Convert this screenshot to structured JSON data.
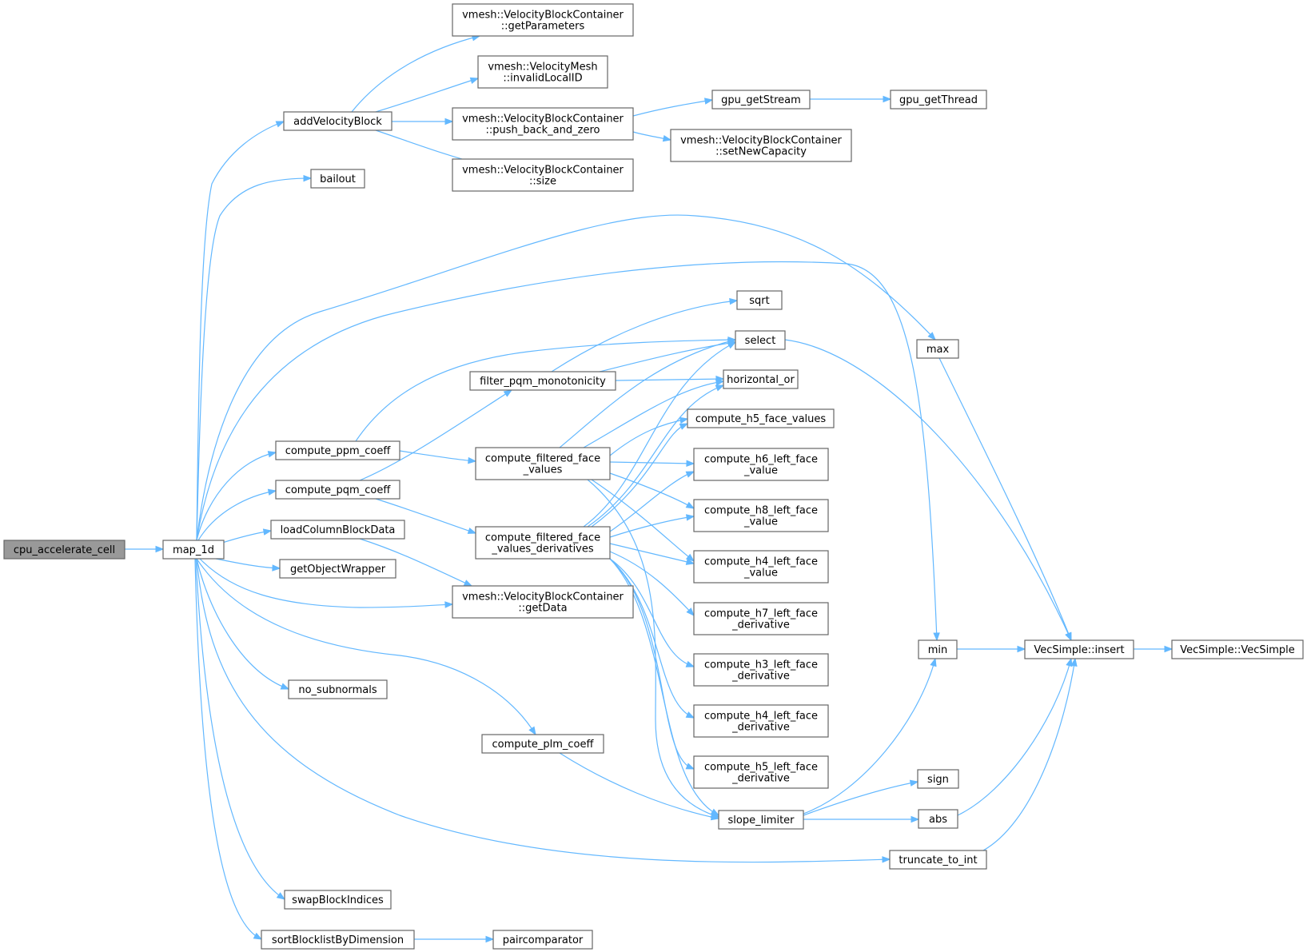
{
  "graph": {
    "accent_color": "#63b8ff",
    "root_fill": "#999999",
    "nodes": {
      "cpu_accelerate_cell": [
        "cpu_accelerate_cell"
      ],
      "map_1d": [
        "map_1d"
      ],
      "addVelocityBlock": [
        "addVelocityBlock"
      ],
      "bailout": [
        "bailout"
      ],
      "compute_ppm_coeff": [
        "compute_ppm_coeff"
      ],
      "compute_pqm_coeff": [
        "compute_pqm_coeff"
      ],
      "loadColumnBlockData": [
        "loadColumnBlockData"
      ],
      "getObjectWrapper": [
        "getObjectWrapper"
      ],
      "getData": [
        "vmesh::VelocityBlockContainer",
        "::getData"
      ],
      "no_subnormals": [
        "no_subnormals"
      ],
      "swapBlockIndices": [
        "swapBlockIndices"
      ],
      "sortBlocklistByDimension": [
        "sortBlocklistByDimension"
      ],
      "getParameters": [
        "vmesh::VelocityBlockContainer",
        "::getParameters"
      ],
      "invalidLocalID": [
        "vmesh::VelocityMesh",
        "::invalidLocalID"
      ],
      "push_back_and_zero": [
        "vmesh::VelocityBlockContainer",
        "::push_back_and_zero"
      ],
      "size": [
        "vmesh::VelocityBlockContainer",
        "::size"
      ],
      "filter_pqm_monotonicity": [
        "filter_pqm_monotonicity"
      ],
      "compute_filtered_face_values": [
        "compute_filtered_face",
        "_values"
      ],
      "compute_filtered_face_values_derivatives": [
        "compute_filtered_face",
        "_values_derivatives"
      ],
      "compute_plm_coeff": [
        "compute_plm_coeff"
      ],
      "paircomparator": [
        "paircomparator"
      ],
      "gpu_getStream": [
        "gpu_getStream"
      ],
      "gpu_getThread": [
        "gpu_getThread"
      ],
      "setNewCapacity": [
        "vmesh::VelocityBlockContainer",
        "::setNewCapacity"
      ],
      "sqrt": [
        "sqrt"
      ],
      "select": [
        "select"
      ],
      "horizontal_or": [
        "horizontal_or"
      ],
      "compute_h5_face_values": [
        "compute_h5_face_values"
      ],
      "compute_h6_left_face_value": [
        "compute_h6_left_face",
        "_value"
      ],
      "compute_h8_left_face_value": [
        "compute_h8_left_face",
        "_value"
      ],
      "compute_h4_left_face_value": [
        "compute_h4_left_face",
        "_value"
      ],
      "compute_h7_left_face_derivative": [
        "compute_h7_left_face",
        "_derivative"
      ],
      "compute_h3_left_face_derivative": [
        "compute_h3_left_face",
        "_derivative"
      ],
      "compute_h4_left_face_derivative": [
        "compute_h4_left_face",
        "_derivative"
      ],
      "compute_h5_left_face_derivative": [
        "compute_h5_left_face",
        "_derivative"
      ],
      "slope_limiter": [
        "slope_limiter"
      ],
      "max": [
        "max"
      ],
      "min": [
        "min"
      ],
      "sign": [
        "sign"
      ],
      "abs": [
        "abs"
      ],
      "truncate_to_int": [
        "truncate_to_int"
      ],
      "VecSimple_insert": [
        "VecSimple::insert"
      ],
      "VecSimple_VecSimple": [
        "VecSimple::VecSimple"
      ]
    },
    "edges": [
      [
        "cpu_accelerate_cell",
        "map_1d"
      ],
      [
        "map_1d",
        "addVelocityBlock"
      ],
      [
        "map_1d",
        "bailout"
      ],
      [
        "map_1d",
        "max"
      ],
      [
        "map_1d",
        "min"
      ],
      [
        "map_1d",
        "compute_ppm_coeff"
      ],
      [
        "map_1d",
        "compute_pqm_coeff"
      ],
      [
        "map_1d",
        "loadColumnBlockData"
      ],
      [
        "map_1d",
        "getObjectWrapper"
      ],
      [
        "map_1d",
        "getData"
      ],
      [
        "map_1d",
        "no_subnormals"
      ],
      [
        "map_1d",
        "compute_plm_coeff"
      ],
      [
        "map_1d",
        "truncate_to_int"
      ],
      [
        "map_1d",
        "swapBlockIndices"
      ],
      [
        "map_1d",
        "sortBlocklistByDimension"
      ],
      [
        "addVelocityBlock",
        "getParameters"
      ],
      [
        "addVelocityBlock",
        "invalidLocalID"
      ],
      [
        "addVelocityBlock",
        "push_back_and_zero"
      ],
      [
        "addVelocityBlock",
        "size"
      ],
      [
        "push_back_and_zero",
        "gpu_getStream"
      ],
      [
        "push_back_and_zero",
        "setNewCapacity"
      ],
      [
        "gpu_getStream",
        "gpu_getThread"
      ],
      [
        "compute_ppm_coeff",
        "select"
      ],
      [
        "compute_ppm_coeff",
        "compute_filtered_face_values"
      ],
      [
        "compute_pqm_coeff",
        "filter_pqm_monotonicity"
      ],
      [
        "compute_pqm_coeff",
        "compute_filtered_face_values_derivatives"
      ],
      [
        "loadColumnBlockData",
        "getData"
      ],
      [
        "sortBlocklistByDimension",
        "paircomparator"
      ],
      [
        "filter_pqm_monotonicity",
        "sqrt"
      ],
      [
        "filter_pqm_monotonicity",
        "select"
      ],
      [
        "filter_pqm_monotonicity",
        "horizontal_or"
      ],
      [
        "compute_filtered_face_values",
        "select"
      ],
      [
        "compute_filtered_face_values",
        "horizontal_or"
      ],
      [
        "compute_filtered_face_values",
        "compute_h5_face_values"
      ],
      [
        "compute_filtered_face_values",
        "compute_h6_left_face_value"
      ],
      [
        "compute_filtered_face_values",
        "compute_h8_left_face_value"
      ],
      [
        "compute_filtered_face_values",
        "compute_h4_left_face_value"
      ],
      [
        "compute_filtered_face_values",
        "slope_limiter"
      ],
      [
        "compute_filtered_face_values_derivatives",
        "select"
      ],
      [
        "compute_filtered_face_values_derivatives",
        "horizontal_or"
      ],
      [
        "compute_filtered_face_values_derivatives",
        "compute_h5_face_values"
      ],
      [
        "compute_filtered_face_values_derivatives",
        "compute_h6_left_face_value"
      ],
      [
        "compute_filtered_face_values_derivatives",
        "compute_h8_left_face_value"
      ],
      [
        "compute_filtered_face_values_derivatives",
        "compute_h4_left_face_value"
      ],
      [
        "compute_filtered_face_values_derivatives",
        "compute_h7_left_face_derivative"
      ],
      [
        "compute_filtered_face_values_derivatives",
        "compute_h3_left_face_derivative"
      ],
      [
        "compute_filtered_face_values_derivatives",
        "compute_h4_left_face_derivative"
      ],
      [
        "compute_filtered_face_values_derivatives",
        "compute_h5_left_face_derivative"
      ],
      [
        "compute_filtered_face_values_derivatives",
        "slope_limiter"
      ],
      [
        "compute_plm_coeff",
        "slope_limiter"
      ],
      [
        "slope_limiter",
        "min"
      ],
      [
        "slope_limiter",
        "sign"
      ],
      [
        "slope_limiter",
        "abs"
      ],
      [
        "select",
        "VecSimple_insert"
      ],
      [
        "max",
        "VecSimple_insert"
      ],
      [
        "min",
        "VecSimple_insert"
      ],
      [
        "abs",
        "VecSimple_insert"
      ],
      [
        "truncate_to_int",
        "VecSimple_insert"
      ],
      [
        "VecSimple_insert",
        "VecSimple_VecSimple"
      ]
    ]
  }
}
